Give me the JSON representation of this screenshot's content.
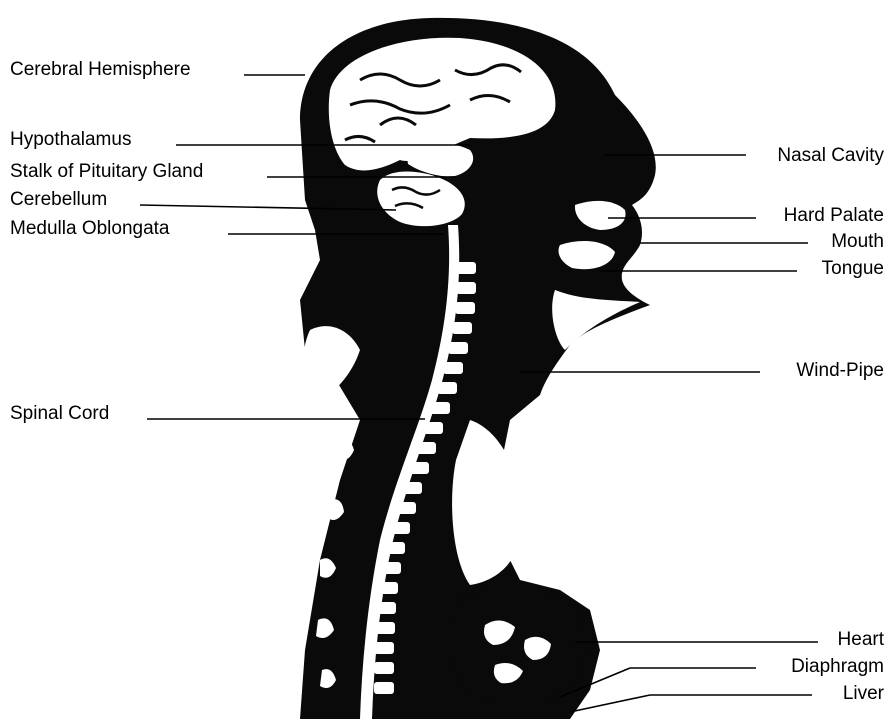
{
  "diagram": {
    "labels_left": [
      {
        "id": "cerebral-hemisphere",
        "text": "Cerebral Hemisphere"
      },
      {
        "id": "hypothalamus",
        "text": "Hypothalamus"
      },
      {
        "id": "stalk-of-pituitary-gland",
        "text": "Stalk of Pituitary Gland"
      },
      {
        "id": "cerebellum",
        "text": "Cerebellum"
      },
      {
        "id": "medulla-oblongata",
        "text": "Medulla Oblongata"
      },
      {
        "id": "spinal-cord",
        "text": "Spinal Cord"
      }
    ],
    "labels_right": [
      {
        "id": "nasal-cavity",
        "text": "Nasal Cavity"
      },
      {
        "id": "hard-palate",
        "text": "Hard Palate"
      },
      {
        "id": "mouth",
        "text": "Mouth"
      },
      {
        "id": "tongue",
        "text": "Tongue"
      },
      {
        "id": "wind-pipe",
        "text": "Wind-Pipe"
      },
      {
        "id": "heart",
        "text": "Heart"
      },
      {
        "id": "diaphragm",
        "text": "Diaphragm"
      },
      {
        "id": "liver",
        "text": "Liver"
      }
    ]
  }
}
